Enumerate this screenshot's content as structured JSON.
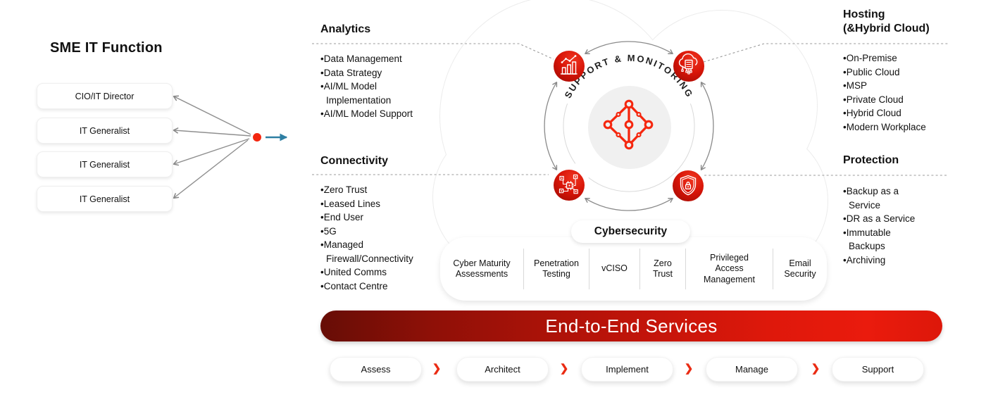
{
  "colors": {
    "accent_red": "#e8190c",
    "logo_red": "#f5270f",
    "icon_red_dark": "#9a0902",
    "arrow_blue": "#2e7fa3",
    "arrow_gray": "#8a8a8a"
  },
  "sme": {
    "title": "SME IT Function",
    "roles": [
      "CIO/IT Director",
      "IT Generalist",
      "IT Generalist",
      "IT Generalist"
    ]
  },
  "sections": {
    "analytics": {
      "title": "Analytics",
      "items": [
        "Data Management",
        "Data Strategy",
        "AI/ML Model\nImplementation",
        "AI/ML Model Support"
      ]
    },
    "connectivity": {
      "title": "Connectivity",
      "items": [
        "Zero Trust",
        "Leased Lines",
        "End User",
        "5G",
        "Managed\nFirewall/Connectivity",
        "United Comms",
        "Contact Centre"
      ]
    },
    "hosting": {
      "title": "Hosting\n(&Hybrid Cloud)",
      "items": [
        "On-Premise",
        "Public Cloud",
        "MSP",
        "Private Cloud",
        "Hybrid Cloud",
        "Modern Workplace"
      ]
    },
    "protection": {
      "title": "Protection",
      "items": [
        "Backup as a\nService",
        "DR as a Service",
        "Immutable\nBackups",
        "Archiving"
      ]
    }
  },
  "hub": {
    "ring_label": "SUPPORT & MONITORING",
    "icons": [
      {
        "name": "analytics-icon"
      },
      {
        "name": "hosting-icon"
      },
      {
        "name": "connectivity-icon"
      },
      {
        "name": "protection-icon"
      }
    ]
  },
  "cybersecurity": {
    "label": "Cybersecurity",
    "items": [
      "Cyber Maturity\nAssessments",
      "Penetration\nTesting",
      "vCISO",
      "Zero\nTrust",
      "Privileged\nAccess\nManagement",
      "Email\nSecurity"
    ]
  },
  "banner": {
    "label": "End-to-End Services"
  },
  "process": {
    "separator": "❯",
    "steps": [
      "Assess",
      "Architect",
      "Implement",
      "Manage",
      "Support"
    ]
  }
}
